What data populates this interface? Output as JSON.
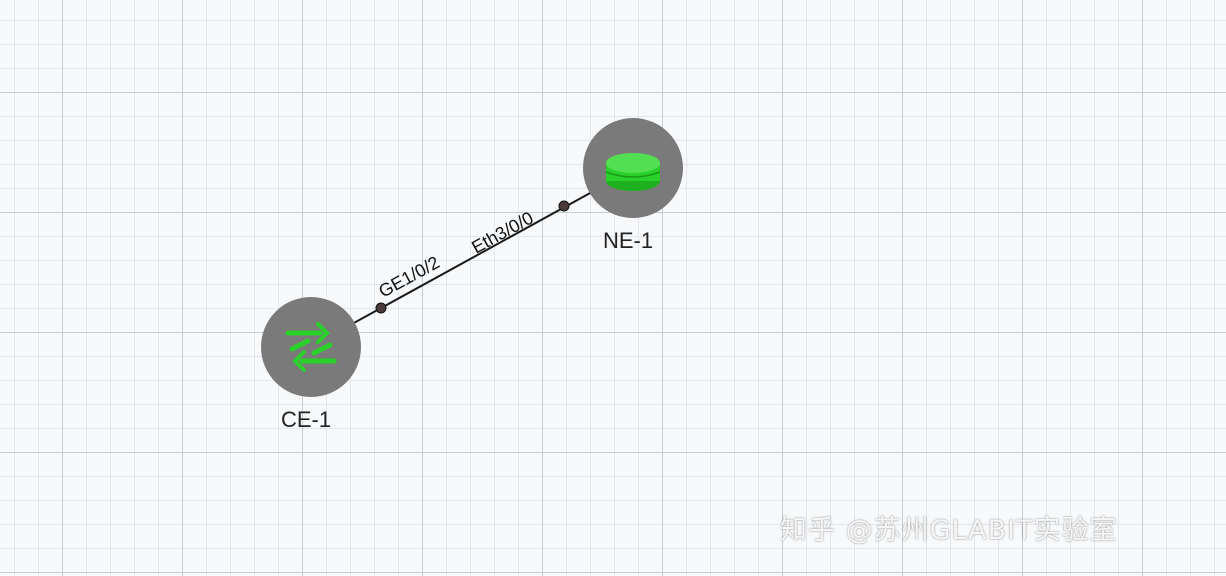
{
  "topology": {
    "nodes": [
      {
        "id": "CE-1",
        "label": "CE-1",
        "device_type": "switch",
        "icon": "switch-icon",
        "status_color": "#2bd12b"
      },
      {
        "id": "NE-1",
        "label": "NE-1",
        "device_type": "router",
        "icon": "router-icon",
        "status_color": "#2bd12b"
      }
    ],
    "links": [
      {
        "from": "CE-1",
        "to": "NE-1",
        "from_port": "GE1/0/2",
        "to_port": "Eth3/0/0"
      }
    ]
  },
  "colors": {
    "device_circle": "#7a7a7a",
    "device_icon": "#2bd12b",
    "link": "#1a1a1a",
    "grid_major": "#c7ccd1",
    "grid_minor": "#e3e7eb"
  },
  "watermark": {
    "text": "知乎 @苏州GLABIT实验室"
  }
}
